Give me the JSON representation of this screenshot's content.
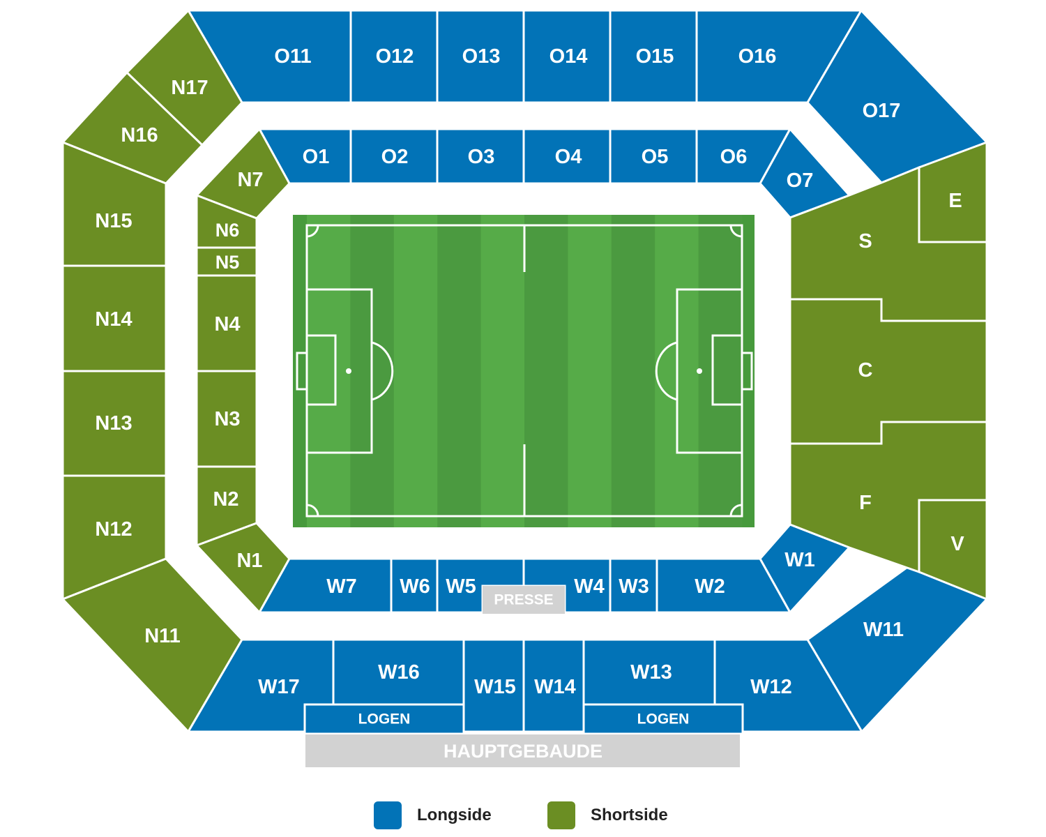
{
  "colors": {
    "longside": "#0273b7",
    "shortside": "#6b8e23",
    "pitch_light": "#56ab48",
    "pitch_dark": "#4b9a40",
    "pitch_border": "#479a3c",
    "facility": "#d2d2d2"
  },
  "sections": {
    "O11": "O11",
    "O12": "O12",
    "O13": "O13",
    "O14": "O14",
    "O15": "O15",
    "O16": "O16",
    "O17": "O17",
    "O1": "O1",
    "O2": "O2",
    "O3": "O3",
    "O4": "O4",
    "O5": "O5",
    "O6": "O6",
    "O7": "O7",
    "N1": "N1",
    "N2": "N2",
    "N3": "N3",
    "N4": "N4",
    "N5": "N5",
    "N6": "N6",
    "N7": "N7",
    "N11": "N11",
    "N12": "N12",
    "N13": "N13",
    "N14": "N14",
    "N15": "N15",
    "N16": "N16",
    "N17": "N17",
    "W1": "W1",
    "W2": "W2",
    "W3": "W3",
    "W4": "W4",
    "W5": "W5",
    "W6": "W6",
    "W7": "W7",
    "W11": "W11",
    "W12": "W12",
    "W13": "W13",
    "W14": "W14",
    "W15": "W15",
    "W16": "W16",
    "W17": "W17",
    "S": "S",
    "E": "E",
    "C": "C",
    "F": "F",
    "V": "V"
  },
  "facilities": {
    "presse": "PRESSE",
    "logen_left": "LOGEN",
    "logen_right": "LOGEN",
    "hauptgebaude": "HAUPTGEBAUDE"
  },
  "legend": [
    {
      "label": "Longside",
      "color": "#0273b7"
    },
    {
      "label": "Shortside",
      "color": "#6b8e23"
    }
  ]
}
